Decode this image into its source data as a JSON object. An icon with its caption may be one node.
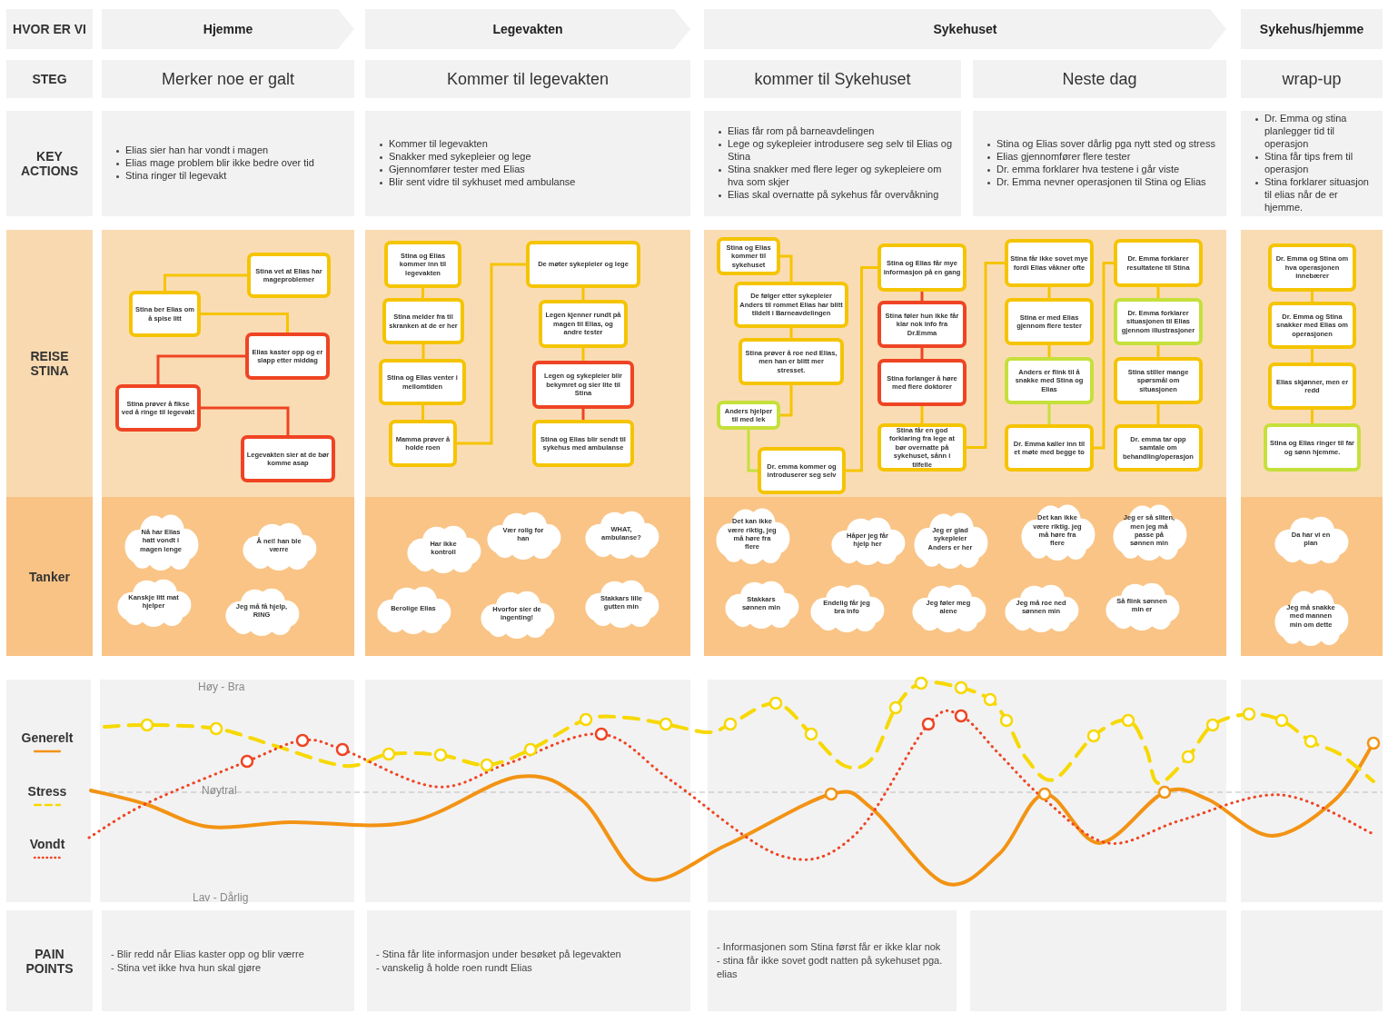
{
  "diagram": {
    "nodes": [
      {
        "text": [
          "HVOR ER VI"
        ]
      },
      {
        "text": [
          "Hjemme"
        ]
      },
      {
        "text": [
          "Legevakten"
        ]
      },
      {
        "text": [
          "Sykehuset"
        ]
      },
      {
        "text": [
          "Sykehus/hjemme"
        ]
      },
      {
        "text": [
          "STEG"
        ]
      },
      {
        "text": [
          "Merker noe er galt"
        ]
      },
      {
        "text": [
          "Kommer til legevakten"
        ]
      },
      {
        "text": [
          "kommer til Sykehuset"
        ]
      },
      {
        "text": [
          "Neste dag"
        ]
      },
      {
        "text": [
          "wrap-up"
        ]
      },
      {
        "text": [
          "KEY ACTIONS"
        ]
      },
      {
        "text": [
          "Elias sier han har vondt i magen",
          "Elias mage problem blir ikke bedre over tid",
          "Stina ringer til legevakt"
        ]
      },
      {
        "text": [
          "Kommer til legevakten",
          "Snakker med sykepleier og lege",
          "Gjennomfører tester med Elias",
          "Blir sent vidre til sykhuset med ambulanse"
        ]
      },
      {
        "text": [
          "Elias får rom på barneavdelingen",
          "Lege og sykepleier introdusere seg selv til Elias og Stina",
          "Stina snakker med flere leger og sykepleiere om hva som skjer",
          "Elias skal overnatte på sykehus får overvåkning"
        ]
      },
      {
        "text": [
          "Stina og Elias sover dårlig pga nytt sted og stress",
          "Elias gjennomfører flere tester",
          "Dr. emma forklarer hva testene i går viste",
          "Dr. Emma nevner operasjonen til Stina og Elias"
        ]
      },
      {
        "text": [
          "Dr. Emma og stina planlegger tid til operasjon",
          "Stina får tips frem til operasjon",
          "Stina forklarer situasjon til elias når de er hjemme."
        ]
      },
      {
        "text": [
          "REISE STINA"
        ]
      },
      {
        "text": [
          "Stina vet at Elias har mageproblemer"
        ]
      },
      {
        "text": [
          "Stina ber Elias om å spise litt"
        ]
      },
      {
        "text": [
          "Elias kaster opp og er slapp etter middag"
        ]
      },
      {
        "text": [
          "Stina prøver å fikse ved å ringe til legevakt"
        ]
      },
      {
        "text": [
          "Legevakten sier at de bør komme asap"
        ]
      },
      {
        "text": [
          "Stina og Elias kommer inn til legevakten"
        ]
      },
      {
        "text": [
          "Stina melder fra til skranken at de er her"
        ]
      },
      {
        "text": [
          "Stina og Elias venter i mellomtiden"
        ]
      },
      {
        "text": [
          "Mamma prøver å holde roen"
        ]
      },
      {
        "text": [
          "De møter sykepleier og lege"
        ]
      },
      {
        "text": [
          "Legen kjenner rundt på magen til Elias, og andre tester"
        ]
      },
      {
        "text": [
          "Legen og sykepleier blir bekymret og sier lite til Stina"
        ]
      },
      {
        "text": [
          "Stina og Elias blir sendt til sykehus med ambulanse"
        ]
      },
      {
        "text": [
          "Stina og Elias kommer til sykehuset"
        ]
      },
      {
        "text": [
          "De følger etter sykepleier Anders til rommet Elias har blitt tildelt i Barneavdelingen"
        ]
      },
      {
        "text": [
          "Stina prøver å roe ned Elias, men han er blitt mer stresset."
        ]
      },
      {
        "text": [
          "Anders hjelper til med lek"
        ]
      },
      {
        "text": [
          "Dr. emma kommer og introduserer seg selv"
        ]
      },
      {
        "text": [
          "Stina og Elias får mye informasjon på en gang"
        ]
      },
      {
        "text": [
          "Stina føler hun ikke får klar nok info fra Dr.Emma"
        ]
      },
      {
        "text": [
          "Stina forlanger å høre med flere doktorer"
        ]
      },
      {
        "text": [
          "Stina får en god forklaring fra lege at bør overnatte på sykehuset, sånn i tilfelle"
        ]
      },
      {
        "text": [
          "Stina får ikke sovet mye fordi Elias våkner ofte"
        ]
      },
      {
        "text": [
          "Stina er med Elias gjennom flere tester"
        ]
      },
      {
        "text": [
          "Anders er flink til å snakke med Stina og Elias"
        ]
      },
      {
        "text": [
          "Dr. Emma kaller inn til et møte med begge to"
        ]
      },
      {
        "text": [
          "Dr. Emma forklarer resultatene til Stina"
        ]
      },
      {
        "text": [
          "Dr. Emma forklarer situasjonen til Elias gjennom illustrasjoner"
        ]
      },
      {
        "text": [
          "Stina stiller mange spørsmål om situasjonen"
        ]
      },
      {
        "text": [
          "Dr. emma tar opp samtale om behandling/operasjon"
        ]
      },
      {
        "text": [
          "Dr. Emma og Stina om hva operasjonen innebærer"
        ]
      },
      {
        "text": [
          "Dr. Emma og Stina snakker med Elias om operasjonen"
        ]
      },
      {
        "text": [
          "Elias skjønner, men er redd"
        ]
      },
      {
        "text": [
          "Stina og Elias ringer til far og sønn hjemme."
        ]
      },
      {
        "text": [
          "Tanker"
        ]
      },
      {
        "text": [
          "Nå har Elias hatt vondt i magen lenge"
        ]
      },
      {
        "text": [
          "Å nei! han ble værre"
        ]
      },
      {
        "text": [
          "Kanskje litt mat hjelper"
        ]
      },
      {
        "text": [
          "Jeg må få hjelp, RING"
        ]
      },
      {
        "text": [
          "Har ikke kontroll"
        ]
      },
      {
        "text": [
          "Vær rolig for han"
        ]
      },
      {
        "text": [
          "WHAT, ambulanse?"
        ]
      },
      {
        "text": [
          "Berolige Elias"
        ]
      },
      {
        "text": [
          "Hvorfor sier de ingenting!"
        ]
      },
      {
        "text": [
          "Stakkars lille gutten min"
        ]
      },
      {
        "text": [
          "Det kan ikke være riktig, jeg må høre fra flere"
        ]
      },
      {
        "text": [
          "Håper jeg får hjelp her"
        ]
      },
      {
        "text": [
          "Jeg er glad sykepleier Anders er her"
        ]
      },
      {
        "text": [
          "Stakkars sønnen min"
        ]
      },
      {
        "text": [
          "Endelig får jeg bra info"
        ]
      },
      {
        "text": [
          "Jeg føler meg alene"
        ]
      },
      {
        "text": [
          "Det kan ikke være riktig. jeg må høre fra flere"
        ]
      },
      {
        "text": [
          "Jeg er så sliten, men jeg må passe på sønnen min"
        ]
      },
      {
        "text": [
          "Jeg må roe ned sønnen min"
        ]
      },
      {
        "text": [
          "Så flink sønnen min er"
        ]
      },
      {
        "text": [
          "Da har vi en plan"
        ]
      },
      {
        "text": [
          "Jeg må snakke med mannen min om dette"
        ]
      },
      {
        "text": [
          "PAIN POINTS"
        ]
      },
      {
        "text": [
          "- Blir redd når Elias kaster opp og blir værre",
          "- Stina vet ikke hva hun skal gjøre"
        ]
      },
      {
        "text": [
          "- Stina får lite informasjon under besøket på legevakten",
          "- vanskelig å holde roen rundt Elias"
        ]
      },
      {
        "text": [
          "- Informasjonen som Stina først får er ikke klar nok",
          "- stina får ikke sovet godt natten på sykehuset pga. elias"
        ]
      },
      {
        "text": [],
        "shape": "box"
      },
      {
        "text": [],
        "shape": "box"
      }
    ],
    "edges": [
      {
        "from": 18,
        "to": 19,
        "arrow": "none"
      },
      {
        "from": 19,
        "to": 20,
        "arrow": "none"
      },
      {
        "from": 20,
        "to": 21,
        "arrow": "none",
        "color": "#ef4423"
      },
      {
        "from": 21,
        "to": 22,
        "arrow": "none",
        "color": "#ef4423"
      },
      {
        "from": 23,
        "to": 24,
        "arrow": "none"
      },
      {
        "from": 24,
        "to": 25,
        "arrow": "none"
      },
      {
        "from": 25,
        "to": 26,
        "arrow": "none"
      },
      {
        "from": 26,
        "to": 27,
        "arrow": "none"
      },
      {
        "from": 27,
        "to": 28,
        "arrow": "none"
      },
      {
        "from": 28,
        "to": 29,
        "arrow": "none"
      },
      {
        "from": 29,
        "to": 30,
        "arrow": "none",
        "color": "#ef4423"
      },
      {
        "from": 31,
        "to": 32,
        "arrow": "none"
      },
      {
        "from": 32,
        "to": 33,
        "arrow": "none"
      },
      {
        "from": 33,
        "to": 34,
        "arrow": "none"
      },
      {
        "from": 34,
        "to": 35,
        "arrow": "none",
        "color": "#c5e03a"
      },
      {
        "from": 35,
        "to": 36,
        "arrow": "none"
      },
      {
        "from": 36,
        "to": 37,
        "arrow": "none",
        "color": "#ef4423"
      },
      {
        "from": 37,
        "to": 38,
        "arrow": "none",
        "color": "#ef4423"
      },
      {
        "from": 38,
        "to": 39,
        "arrow": "none"
      },
      {
        "from": 39,
        "to": 40,
        "arrow": "none"
      },
      {
        "from": 40,
        "to": 41,
        "arrow": "none"
      },
      {
        "from": 41,
        "to": 42,
        "arrow": "none"
      },
      {
        "from": 42,
        "to": 43,
        "arrow": "none",
        "color": "#c5e03a"
      },
      {
        "from": 43,
        "to": 44,
        "arrow": "none"
      },
      {
        "from": 44,
        "to": 45,
        "arrow": "none"
      },
      {
        "from": 45,
        "to": 46,
        "arrow": "none"
      },
      {
        "from": 46,
        "to": 47,
        "arrow": "none"
      },
      {
        "from": 48,
        "to": 49,
        "arrow": "none"
      },
      {
        "from": 49,
        "to": 50,
        "arrow": "none"
      },
      {
        "from": 50,
        "to": 51,
        "arrow": "none"
      }
    ],
    "labels": [
      "Høy - Bra",
      "Nøytral",
      "Lav - Dårlig"
    ],
    "legend": [
      {
        "text": "Generelt"
      },
      {
        "text": "Stress"
      },
      {
        "text": "Vondt"
      }
    ]
  }
}
